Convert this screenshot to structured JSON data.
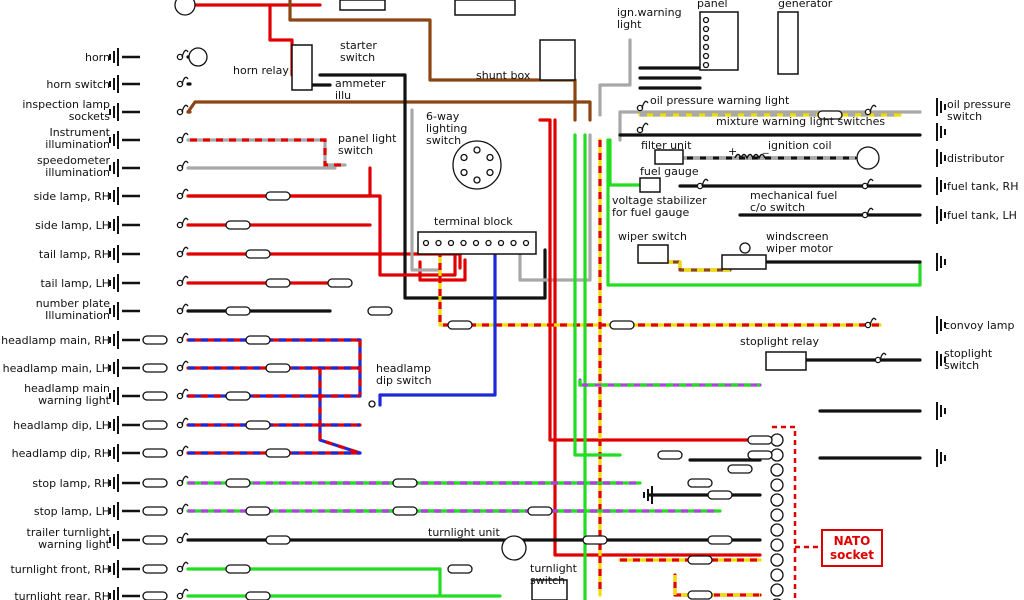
{
  "colors": {
    "black": "#111111",
    "red": "#e00000",
    "brown": "#8b4513",
    "grey": "#a8a8a8",
    "green": "#22dd22",
    "blue": "#1a2ad8",
    "yellow": "#f0dd00",
    "purple": "#b040e0"
  },
  "left_labels": [
    {
      "id": "horn",
      "lines": [
        "horn"
      ]
    },
    {
      "id": "horn-switch",
      "lines": [
        "horn switch"
      ]
    },
    {
      "id": "inspection-lamp-sockets",
      "lines": [
        "inspection lamp",
        "sockets"
      ]
    },
    {
      "id": "instrument-illumination",
      "lines": [
        "Instrument",
        "illumination"
      ]
    },
    {
      "id": "speedometer-illumination",
      "lines": [
        "speedometer",
        "illumination"
      ]
    },
    {
      "id": "side-lamp-rh",
      "lines": [
        "side lamp, RH"
      ]
    },
    {
      "id": "side-lamp-lh",
      "lines": [
        "side lamp, LH"
      ]
    },
    {
      "id": "tail-lamp-rh",
      "lines": [
        "tail lamp, RH"
      ]
    },
    {
      "id": "tail-lamp-lh",
      "lines": [
        "tail lamp, LH"
      ]
    },
    {
      "id": "number-plate-illumination",
      "lines": [
        "number plate",
        "Illumination"
      ]
    },
    {
      "id": "headlamp-main-rh",
      "lines": [
        "headlamp main, RH"
      ]
    },
    {
      "id": "headlamp-main-lh",
      "lines": [
        "headlamp main, LH"
      ]
    },
    {
      "id": "headlamp-main-warning-light",
      "lines": [
        "headlamp main",
        "warning light"
      ]
    },
    {
      "id": "headlamp-dip-lh",
      "lines": [
        "headlamp dip, LH"
      ]
    },
    {
      "id": "headlamp-dip-rh",
      "lines": [
        "headlamp dip, RH"
      ]
    },
    {
      "id": "stop-lamp-rh",
      "lines": [
        "stop lamp, RH"
      ]
    },
    {
      "id": "stop-lamp-lh",
      "lines": [
        "stop lamp, LH"
      ]
    },
    {
      "id": "trailer-turnlight-warning-light",
      "lines": [
        "trailer turnlight",
        "warning light"
      ]
    },
    {
      "id": "turnlight-front-rh",
      "lines": [
        "turnlight front, RH"
      ]
    },
    {
      "id": "turnlight-rear-rh",
      "lines": [
        "turnlight rear, RH"
      ]
    }
  ],
  "right_labels": [
    {
      "id": "oil-pressure-switch",
      "lines": [
        "oil pressure",
        "switch"
      ]
    },
    {
      "id": "distributor",
      "lines": [
        "distributor"
      ]
    },
    {
      "id": "fuel-tank-rh",
      "lines": [
        "fuel tank, RH"
      ]
    },
    {
      "id": "fuel-tank-lh",
      "lines": [
        "fuel tank, LH"
      ]
    },
    {
      "id": "convoy-lamp",
      "lines": [
        "convoy lamp"
      ]
    },
    {
      "id": "stoplight-switch",
      "lines": [
        "stoplight",
        "switch"
      ]
    }
  ],
  "component_labels": [
    {
      "id": "horn-relay",
      "lines": [
        "horn relay"
      ]
    },
    {
      "id": "starter-switch",
      "lines": [
        "starter",
        "switch"
      ]
    },
    {
      "id": "ammeter-illu",
      "lines": [
        "ammeter",
        "illu"
      ]
    },
    {
      "id": "panel-light-switch",
      "lines": [
        "panel light",
        "switch"
      ]
    },
    {
      "id": "shunt-box",
      "lines": [
        "shunt box"
      ]
    },
    {
      "id": "ign-warning-light",
      "lines": [
        "ign.warning",
        "light"
      ]
    },
    {
      "id": "panel",
      "lines": [
        "panel"
      ]
    },
    {
      "id": "generator",
      "lines": [
        "generator"
      ]
    },
    {
      "id": "six-way-lighting-switch",
      "lines": [
        "6-way",
        "lighting",
        "switch"
      ]
    },
    {
      "id": "terminal-block",
      "lines": [
        "terminal block"
      ]
    },
    {
      "id": "oil-pressure-warning-light",
      "lines": [
        "oil pressure  warning  light"
      ]
    },
    {
      "id": "mixture-warning-light-switches",
      "lines": [
        "mixture warning light switches"
      ]
    },
    {
      "id": "filter-unit",
      "lines": [
        "filter unit"
      ]
    },
    {
      "id": "ignition-coil",
      "lines": [
        "ignition coil"
      ]
    },
    {
      "id": "coil-plus",
      "lines": [
        "+"
      ]
    },
    {
      "id": "coil-minus",
      "lines": [
        "_"
      ]
    },
    {
      "id": "fuel-gauge",
      "lines": [
        "fuel gauge"
      ]
    },
    {
      "id": "voltage-stabilizer",
      "lines": [
        "voltage stabilizer",
        "for fuel gauge"
      ]
    },
    {
      "id": "mechanical-fuel-switch",
      "lines": [
        "mechanical fuel",
        "c/o switch"
      ]
    },
    {
      "id": "wiper-switch",
      "lines": [
        "wiper switch"
      ]
    },
    {
      "id": "windscreen-wiper-motor",
      "lines": [
        "windscreen",
        "wiper motor"
      ]
    },
    {
      "id": "stoplight-relay",
      "lines": [
        "stoplight relay"
      ]
    },
    {
      "id": "headlamp-dip-switch",
      "lines": [
        "headlamp",
        "dip switch"
      ]
    },
    {
      "id": "turnlight-unit",
      "lines": [
        "turnlight unit"
      ]
    },
    {
      "id": "turnlight-switch",
      "lines": [
        "turnlight",
        "switch"
      ]
    },
    {
      "id": "nato-socket",
      "lines": [
        "NATO",
        "socket"
      ]
    }
  ]
}
